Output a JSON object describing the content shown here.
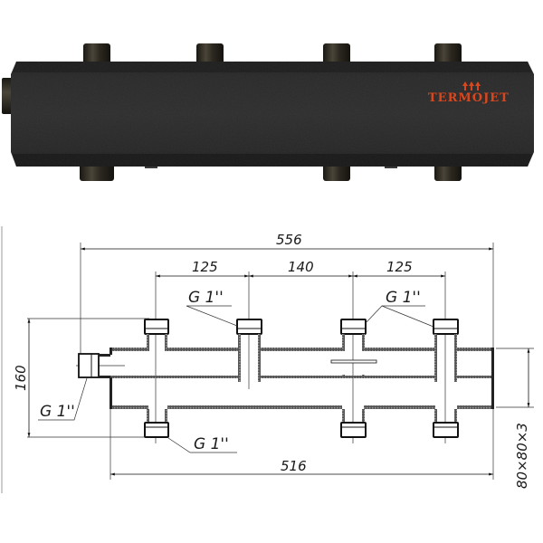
{
  "product": {
    "brand": "TERMOJET",
    "brand_color": "#d9471e",
    "body_color": "#1c1c1c",
    "nipple_color": "#2e2a22",
    "top_nipples": 4,
    "bottom_nipples": 3,
    "side_inlet": "left"
  },
  "drawing": {
    "dimensions": {
      "overall_length": "556",
      "body_length": "516",
      "spacing_left": "125",
      "spacing_middle": "140",
      "spacing_right": "125",
      "height": "160",
      "profile": "80×80×3"
    },
    "labels": {
      "thread_top_left": "G 1''",
      "thread_top_right": "G 1''",
      "thread_side": "G 1''",
      "thread_bottom": "G 1''"
    }
  }
}
